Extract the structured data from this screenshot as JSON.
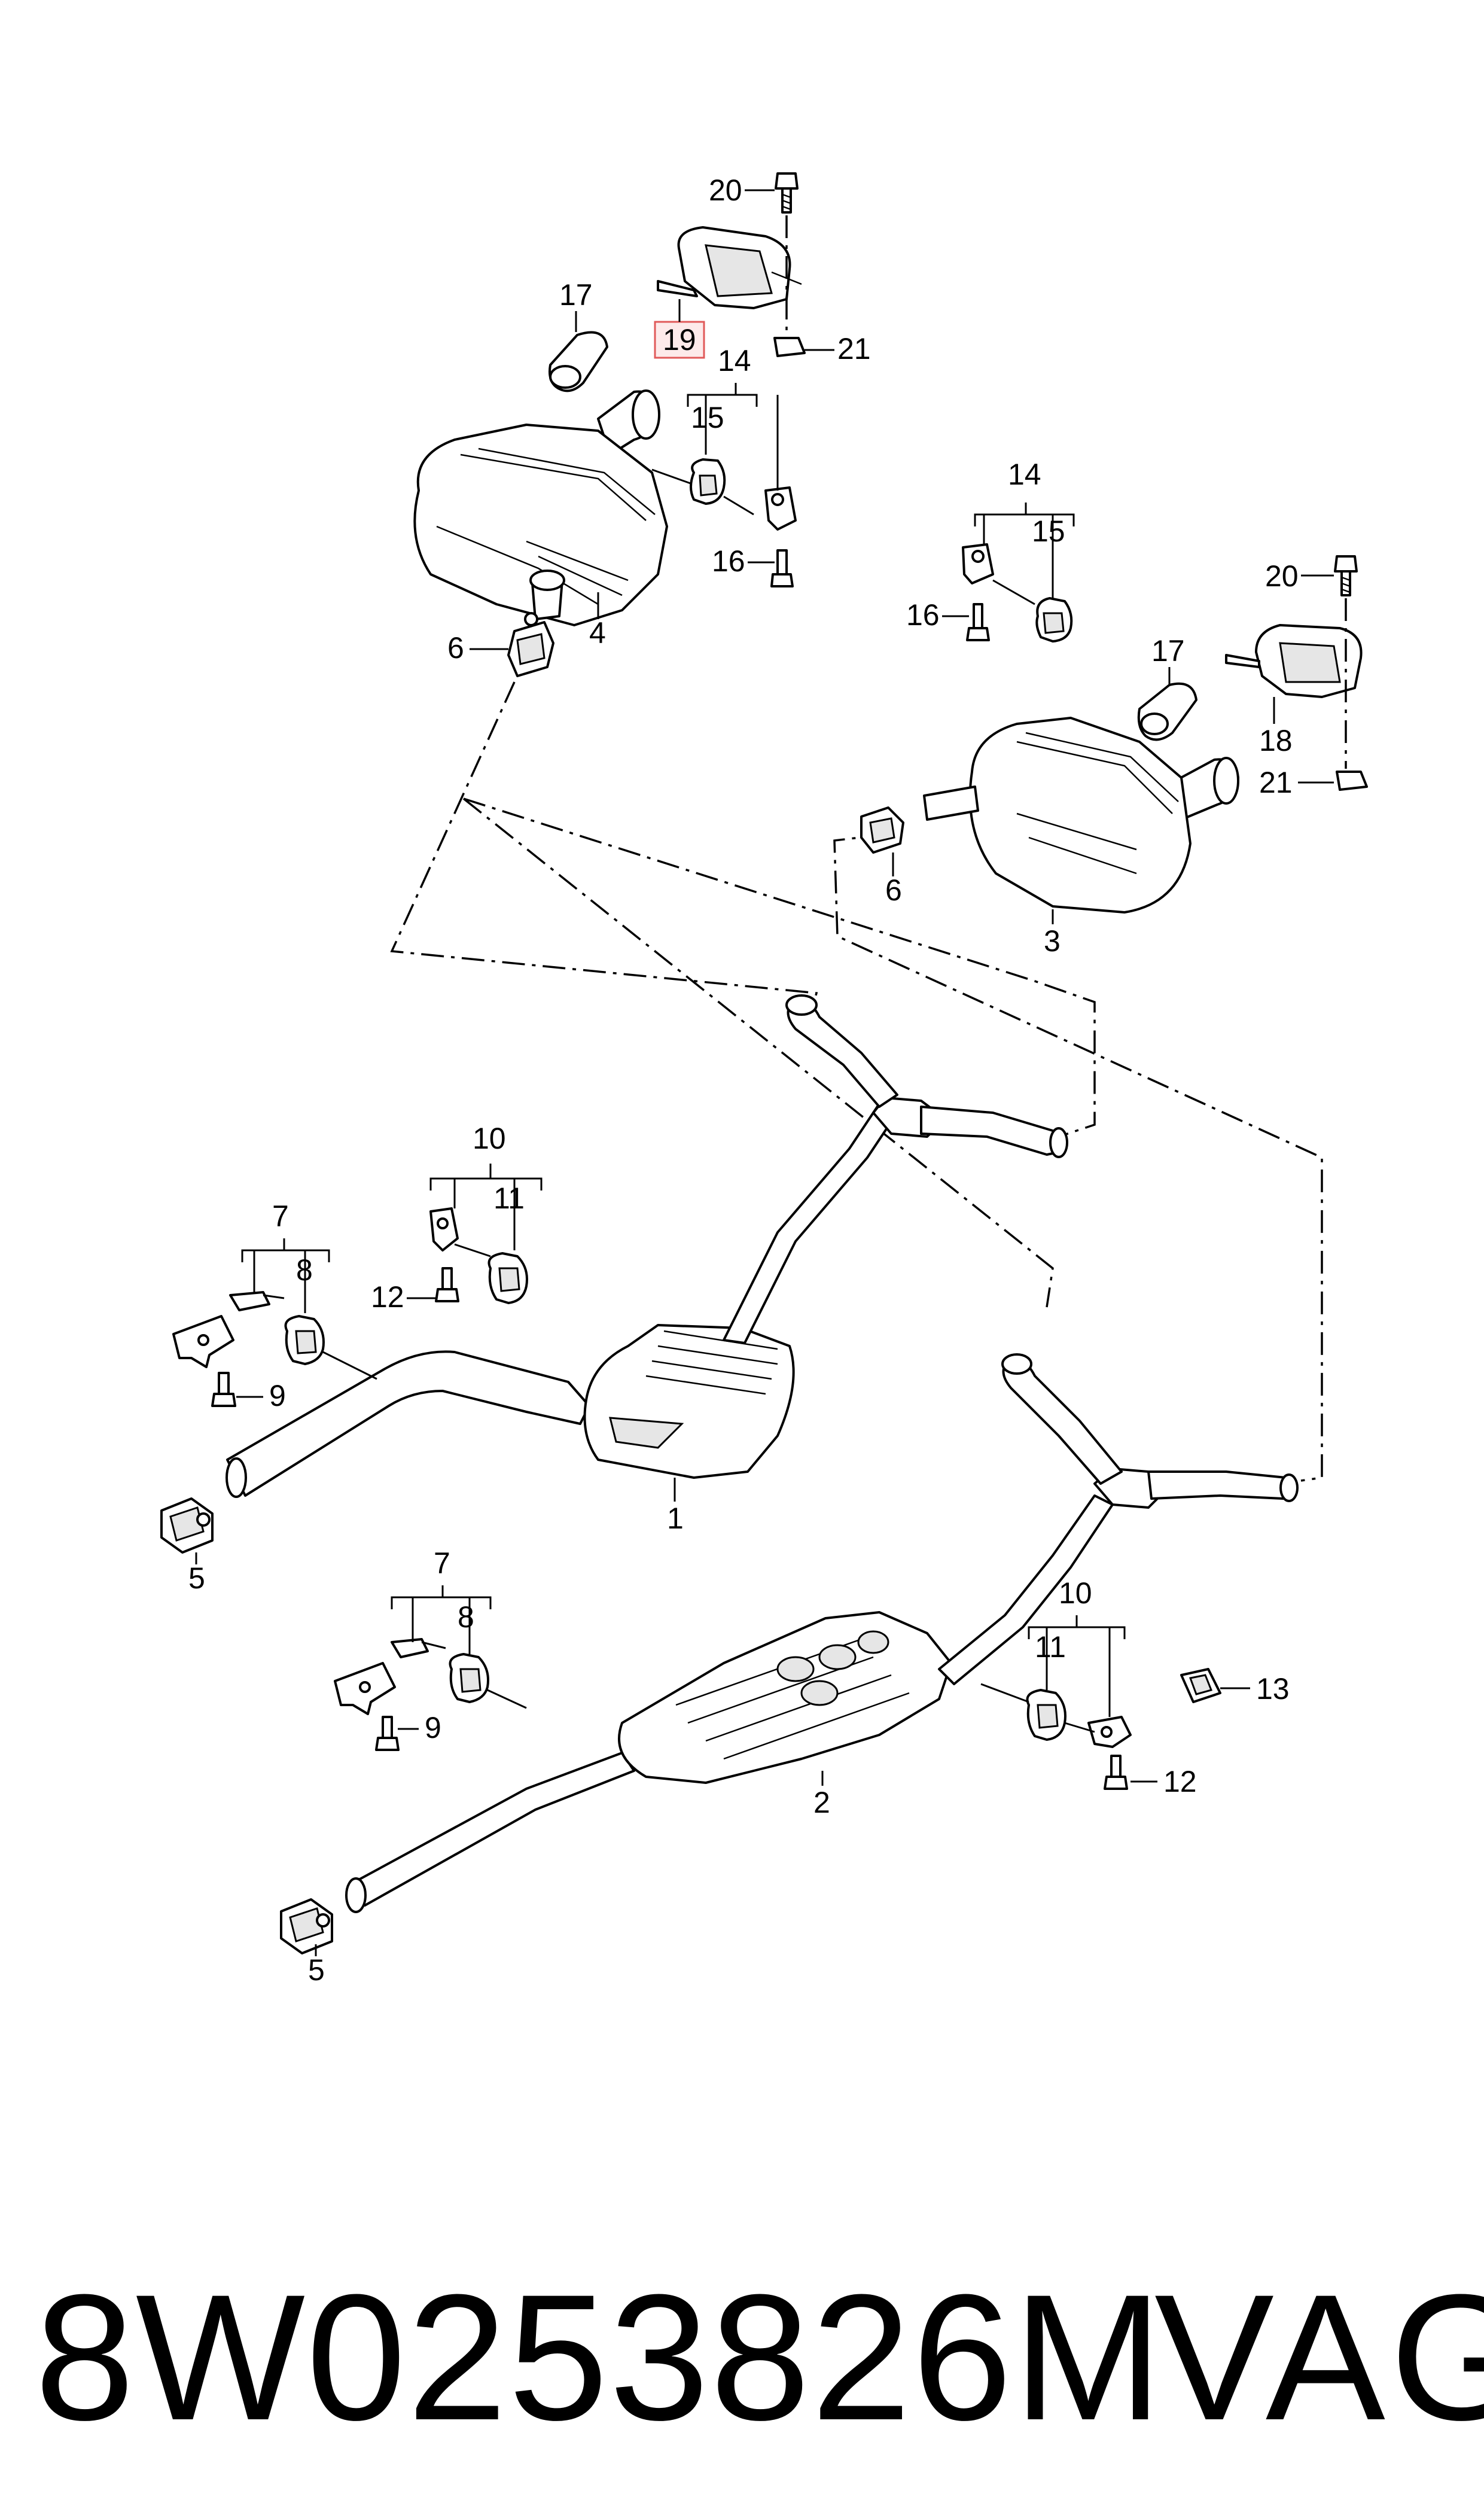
{
  "callouts": {
    "c1": "1",
    "c2": "2",
    "c3": "3",
    "c4": "4",
    "c5a": "5",
    "c5b": "5",
    "c6a": "6",
    "c6b": "6",
    "c7a": "7",
    "c7b": "7",
    "c8a": "8",
    "c8b": "8",
    "c9a": "9",
    "c9b": "9",
    "c10a": "10",
    "c10b": "10",
    "c11a": "11",
    "c11b": "11",
    "c12a": "12",
    "c12b": "12",
    "c13": "13",
    "c14a": "14",
    "c14b": "14",
    "c15a": "15",
    "c15b": "15",
    "c16a": "16",
    "c16b": "16",
    "c17a": "17",
    "c17b": "17",
    "c18": "18",
    "c19": "19",
    "c20a": "20",
    "c20b": "20",
    "c21a": "21",
    "c21b": "21"
  },
  "highlight": {
    "color": "#e05a5a",
    "callout": "19"
  },
  "footer": {
    "part_number": "8W0253826M",
    "brand": "VAG"
  }
}
